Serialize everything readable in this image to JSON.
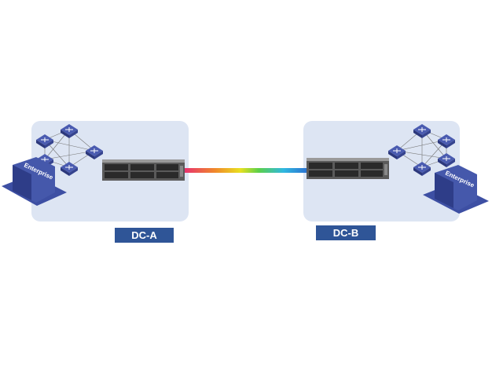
{
  "sites": [
    {
      "name": "DC-A",
      "building_label": "Enterprise"
    },
    {
      "name": "DC-B",
      "building_label": "Enterprise"
    }
  ],
  "colors": {
    "panel": "#dde5f3",
    "label_bg": "#2f5597",
    "switch": "#3b4a9a",
    "building": "#3d4fa3"
  }
}
